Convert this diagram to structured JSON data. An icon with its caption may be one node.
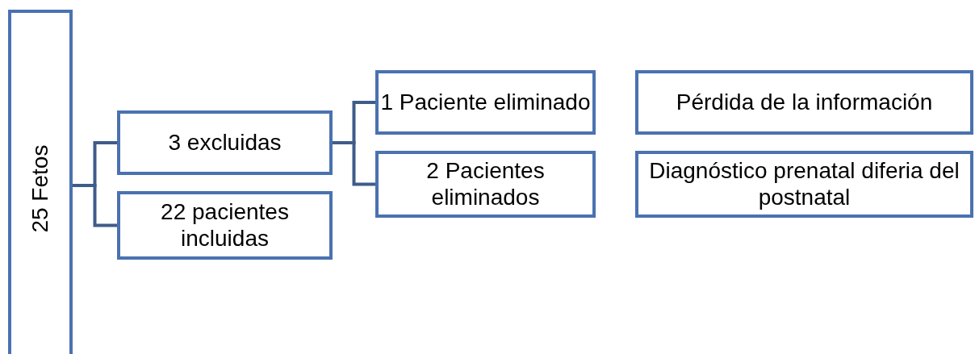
{
  "diagram": {
    "nodes": [
      {
        "text": [
          "25 Fetos"
        ]
      },
      {
        "text": [
          "3 excluidas"
        ]
      },
      {
        "text": [
          "22 pacientes incluidas"
        ]
      },
      {
        "text": [
          "1 Paciente eliminado"
        ]
      },
      {
        "text": [
          "2 Pacientes eliminados"
        ]
      },
      {
        "text": [
          "Pérdida de la información"
        ]
      },
      {
        "text": [
          "Diagnóstico prenatal diferia del postnatal"
        ]
      }
    ],
    "edges": [
      {
        "from": 0,
        "to": 1,
        "arrow": "none"
      },
      {
        "from": 0,
        "to": 2,
        "arrow": "none"
      },
      {
        "from": 1,
        "to": 3,
        "arrow": "none"
      },
      {
        "from": 1,
        "to": 4,
        "arrow": "none"
      }
    ]
  }
}
